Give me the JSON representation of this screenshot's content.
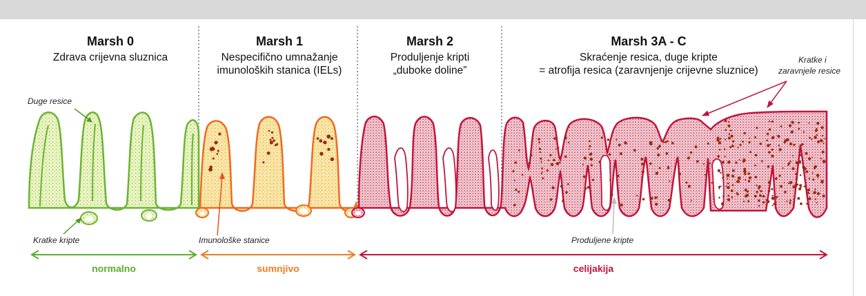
{
  "stages": [
    {
      "title": "Marsh 0",
      "lines": [
        "Zdrava crijevna sluznica"
      ]
    },
    {
      "title": "Marsh 1",
      "lines": [
        "Nespecifično umnažanje",
        "imunoloških stanica (IELs)"
      ]
    },
    {
      "title": "Marsh 2",
      "lines": [
        "Produljenje kripti",
        "„duboke doline”"
      ]
    },
    {
      "title": "Marsh 3A - C",
      "lines": [
        "Skraćenje resica, duge kripte",
        "= atrofija  resica (zaravnjenje crijevne sluznice)"
      ]
    }
  ],
  "annotations": {
    "long_villi": "Duge resice",
    "short_crypts": "Kratke kripte",
    "immune_cells": "Imunološke stanice",
    "elongated_crypts": "Produljene kripte",
    "short_flat_villi": [
      "Kratke i",
      "zaravnjele resice"
    ]
  },
  "categories": [
    {
      "label": "normalno",
      "color": "#5aad2e"
    },
    {
      "label": "sumnjivo",
      "color": "#ef7d22"
    },
    {
      "label": "celijakija",
      "color": "#c0143c"
    }
  ],
  "colors": {
    "normal_stroke": "#6bb332",
    "normal_fill": "#d7ea9c",
    "marsh1_stroke": "#ee6a1e",
    "marsh1_fill": "#f5d37a",
    "celiac_stroke": "#c0143c",
    "celiac_fill": "#f1b9c3",
    "cell_dot": "#9a2a12",
    "divider": "#333333"
  }
}
